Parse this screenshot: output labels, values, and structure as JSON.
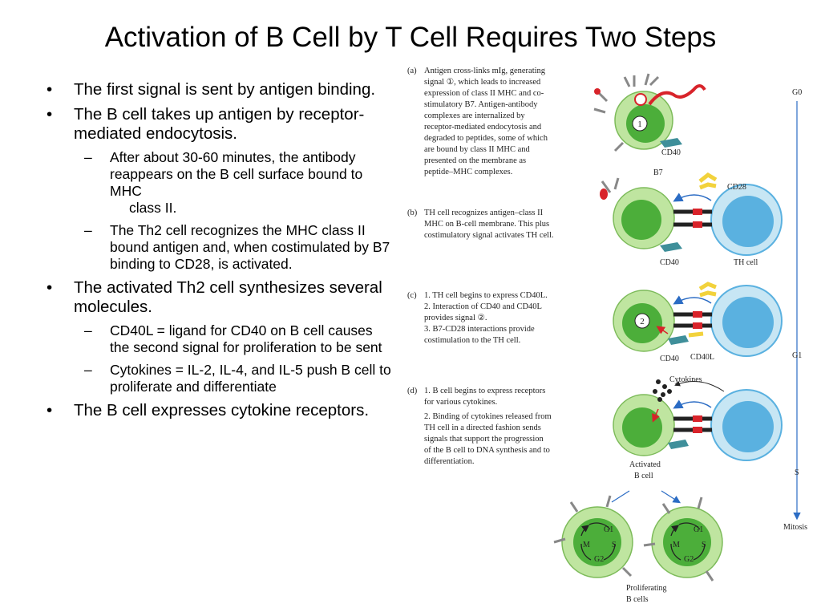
{
  "slide": {
    "title": "Activation of B Cell by T Cell Requires Two Steps",
    "bullets": [
      {
        "level": 1,
        "text": "The first signal is sent by antigen binding."
      },
      {
        "level": 1,
        "text": "The B cell takes up antigen by receptor-mediated endocytosis."
      },
      {
        "level": 2,
        "text": "After about 30-60 minutes, the antibody reappears on the B cell surface bound to MHC",
        "cont": "class II."
      },
      {
        "level": 2,
        "text": "The Th2 cell recognizes the MHC class II bound antigen and, when costimulated by B7 binding to CD28, is activated."
      },
      {
        "level": 1,
        "text": "The activated Th2 cell synthesizes several molecules."
      },
      {
        "level": 2,
        "text": "CD40L = ligand for CD40 on B cell causes the second signal for proliferation to be sent"
      },
      {
        "level": 2,
        "text": "Cytokines = IL-2, IL-4, and IL-5 push B cell to proliferate and differentiate"
      },
      {
        "level": 1,
        "text": "The B cell expresses cytokine receptors."
      }
    ],
    "markers": {
      "level1": "•",
      "level2": "–"
    }
  },
  "figure": {
    "colors": {
      "bcell_outer": "#bfe5a0",
      "bcell_nucleus": "#4cae3a",
      "tcell_outer": "#c7e6f4",
      "tcell_nucleus": "#5ab1e0",
      "arrow": "#2b6cc4",
      "antigen": "#d8232a",
      "receptor_teal": "#3f8f9a",
      "cd28_yellow": "#f2d23c"
    },
    "panel_a": {
      "tag": "(a)",
      "lines": [
        "Antigen cross-links mIg, generating",
        "signal ①, which leads to increased",
        "expression of class II MHC and co-",
        "stimulatory B7. Antigen-antibody",
        "complexes are internalized by",
        "receptor-mediated endocytosis and",
        "degraded to peptides, some of which",
        "are bound by class II MHC and",
        "presented on the membrane as",
        "peptide–MHC complexes."
      ],
      "cd40": "CD40",
      "signal": "1"
    },
    "panel_b": {
      "tag": "(b)",
      "lines": [
        "TH cell recognizes antigen–class II",
        "MHC on B-cell membrane. This plus",
        "costimulatory signal activates TH cell."
      ],
      "b7": "B7",
      "cd28": "CD28",
      "cd40": "CD40",
      "th_cell": "TH cell"
    },
    "panel_c": {
      "tag": "(c)",
      "lines": [
        "1. TH cell begins to express CD40L.",
        "2. Interaction of CD40 and CD40L",
        "provides signal ②.",
        "3. B7-CD28 interactions provide",
        "costimulation to the TH cell."
      ],
      "cd40": "CD40",
      "cd40l": "CD40L",
      "signal": "2"
    },
    "panel_d": {
      "tag": "(d)",
      "lines": [
        "1. B cell begins to express receptors",
        "for various cytokines.",
        "2. Binding of cytokines released from",
        "TH cell in a directed fashion sends",
        "signals that support the progression",
        "of the B cell to DNA synthesis and to",
        "differentiation."
      ],
      "cytokines": "Cytokines"
    },
    "activated_label": [
      "Activated",
      "B cell"
    ],
    "proliferating_label": [
      "Proliferating",
      "B cells"
    ],
    "cycle": {
      "g1": "G1",
      "s": "S",
      "g2": "G2",
      "m": "M"
    },
    "timeline": {
      "g0": "G0",
      "g1": "G1",
      "s": "S",
      "mitosis": "Mitosis"
    }
  }
}
